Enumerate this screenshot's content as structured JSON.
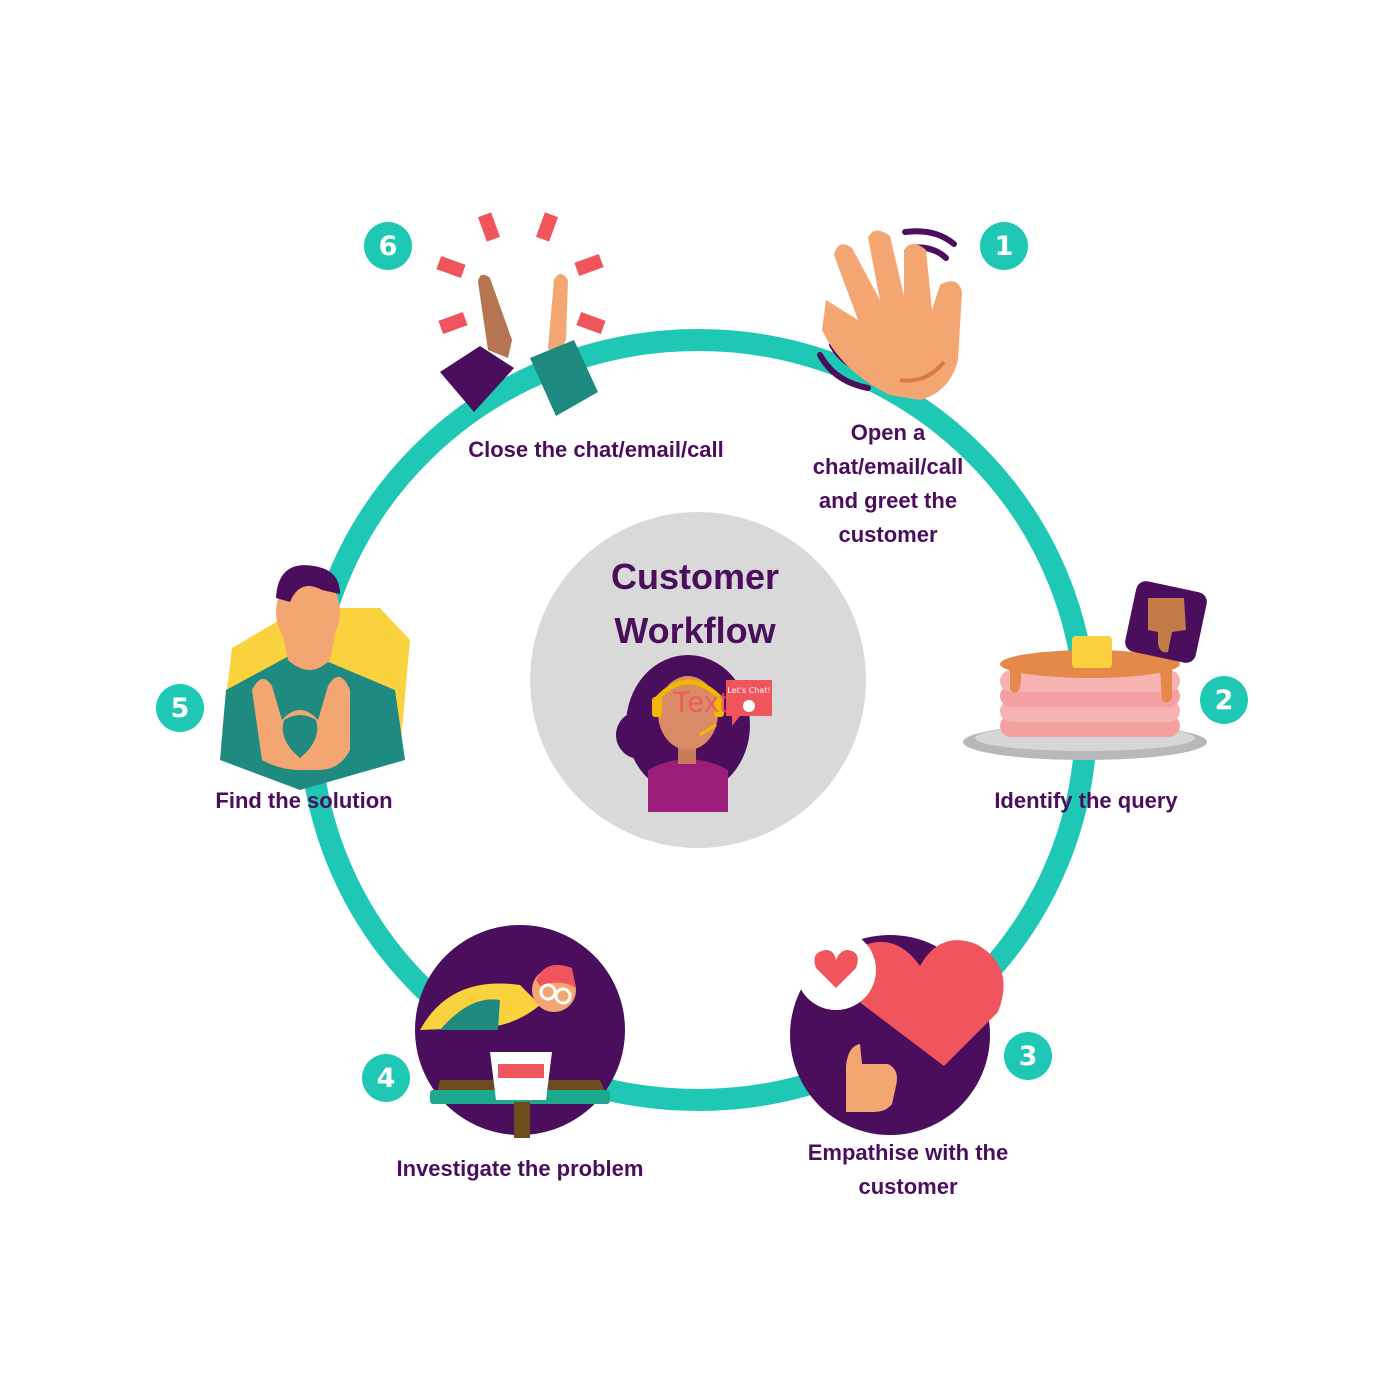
{
  "center": {
    "title_line1": "Customer",
    "title_line2": "Workflow",
    "chat_bubble_text": "Let's Chat!",
    "watermark_text": "Text",
    "icon": "support-agent-headset-icon"
  },
  "steps": [
    {
      "number": "1",
      "label": "Open a\nchat/email/call\nand greet the\ncustomer",
      "icon": "waving-hand-icon"
    },
    {
      "number": "2",
      "label": "Identify the query",
      "icon": "pancakes-thumbs-down-icon"
    },
    {
      "number": "3",
      "label": "Empathise with the\ncustomer",
      "icon": "heart-thumbs-up-icon"
    },
    {
      "number": "4",
      "label": "Investigate the problem",
      "icon": "person-inspecting-cup-icon"
    },
    {
      "number": "5",
      "label": "Find the solution",
      "icon": "person-heart-hands-icon"
    },
    {
      "number": "6",
      "label": "Close the chat/email/call",
      "icon": "high-five-icon"
    }
  ],
  "colors": {
    "ring": "#1fc8b4",
    "badge": "#1fc8b4",
    "text": "#4a0e5c",
    "center_circle": "#d9d9d9",
    "accent_red": "#f0545c",
    "purple": "#4a0e5c"
  }
}
